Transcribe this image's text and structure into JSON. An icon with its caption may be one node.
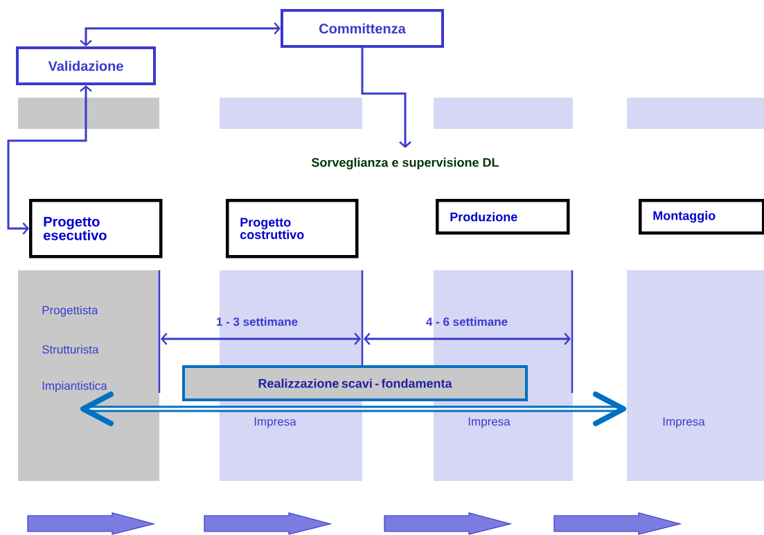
{
  "diagram": {
    "nodes": [
      {
        "text": [
          "Validazione"
        ]
      },
      {
        "text": [
          "Committenza"
        ]
      },
      {
        "text": [
          "Sorveglianza e supervisione DL"
        ]
      },
      {
        "text": [
          "Progetto esecutivo"
        ]
      },
      {
        "text": [
          "Progetto costruttivo"
        ]
      },
      {
        "text": [
          "Produzione"
        ]
      },
      {
        "text": [
          "Montaggio"
        ]
      },
      {
        "text": [
          "Realizzazione scavi - fondamenta"
        ]
      }
    ],
    "edges": [
      {
        "from": 0,
        "to": 1,
        "arrow": "both"
      },
      {
        "from": 1,
        "to": 2,
        "arrow": "to"
      },
      {
        "from": 0,
        "to": 3,
        "arrow": "both"
      }
    ],
    "labels": [
      "Progettista",
      "1 - 3 settimane",
      "4 - 6 settimane",
      "Strutturista",
      "Impiantistica",
      "Impresa",
      "Impresa",
      "Impresa"
    ]
  }
}
